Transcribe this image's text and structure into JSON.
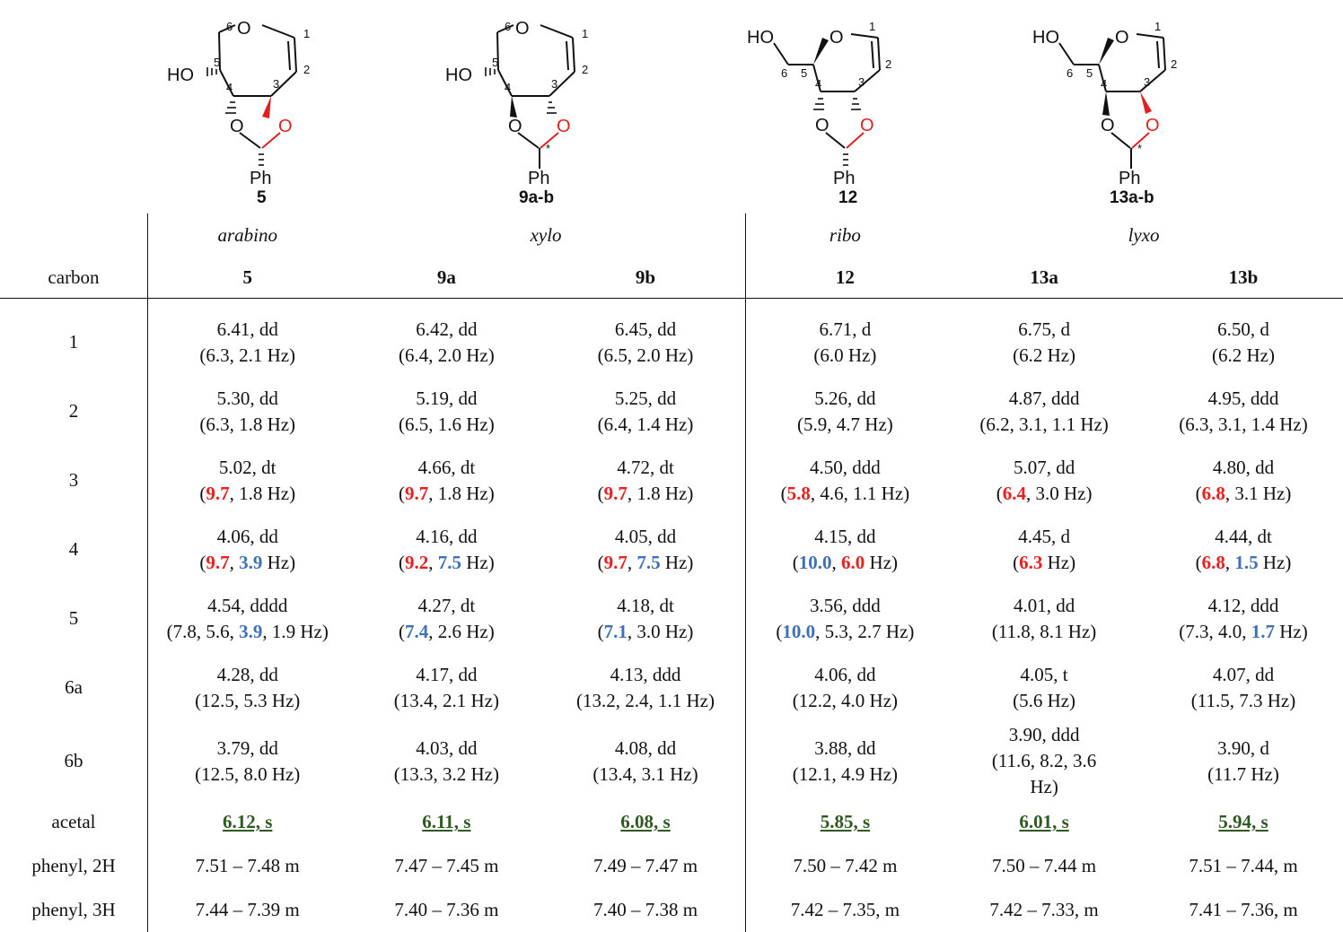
{
  "structures": [
    {
      "id": "5",
      "label": "5",
      "config": "arabino",
      "ring": "oxepine",
      "star": false,
      "atoms": {
        "o_top": "O",
        "o_left": "O",
        "o_right": "O",
        "ho": "HO",
        "ph": "Ph"
      },
      "nums": [
        "1",
        "2",
        "3",
        "4",
        "5",
        "6"
      ]
    },
    {
      "id": "9ab",
      "label": "9a-b",
      "config": "xylo",
      "ring": "oxepine",
      "star": true,
      "atoms": {
        "o_top": "O",
        "o_left": "O",
        "o_right": "O",
        "ho": "HO",
        "ph": "Ph"
      },
      "nums": [
        "1",
        "2",
        "3",
        "4",
        "5",
        "6"
      ]
    },
    {
      "id": "12",
      "label": "12",
      "config": "ribo",
      "ring": "pyran",
      "star": false,
      "atoms": {
        "o_top": "O",
        "o_left": "O",
        "o_right": "O",
        "ho": "HO",
        "ph": "Ph"
      },
      "nums": [
        "1",
        "2",
        "3",
        "4",
        "5",
        "6"
      ]
    },
    {
      "id": "13ab",
      "label": "13a-b",
      "config": "lyxo",
      "ring": "pyran",
      "star": true,
      "atoms": {
        "o_top": "O",
        "o_left": "O",
        "o_right": "O",
        "ho": "HO",
        "ph": "Ph"
      },
      "nums": [
        "1",
        "2",
        "3",
        "4",
        "5",
        "6"
      ]
    }
  ],
  "star_symbol": "*",
  "table": {
    "configs": [
      "arabino",
      "xylo",
      "ribo",
      "lyxo"
    ],
    "corner_label": "carbon",
    "compounds": [
      "5",
      "9a",
      "9b",
      "12",
      "13a",
      "13b"
    ],
    "rows": [
      {
        "carbon": "1",
        "cells": [
          [
            {
              "t": "6.41, dd"
            },
            {
              "br": true
            },
            {
              "t": "(6.3, 2.1 Hz)"
            }
          ],
          [
            {
              "t": "6.42, dd"
            },
            {
              "br": true
            },
            {
              "t": "(6.4, 2.0 Hz)"
            }
          ],
          [
            {
              "t": "6.45, dd"
            },
            {
              "br": true
            },
            {
              "t": "(6.5, 2.0 Hz)"
            }
          ],
          [
            {
              "t": "6.71, d"
            },
            {
              "br": true
            },
            {
              "t": "(6.0 Hz)"
            }
          ],
          [
            {
              "t": "6.75, d"
            },
            {
              "br": true
            },
            {
              "t": "(6.2 Hz)"
            }
          ],
          [
            {
              "t": "6.50, d"
            },
            {
              "br": true
            },
            {
              "t": "(6.2 Hz)"
            }
          ]
        ]
      },
      {
        "carbon": "2",
        "cells": [
          [
            {
              "t": "5.30, dd"
            },
            {
              "br": true
            },
            {
              "t": "(6.3, 1.8 Hz)"
            }
          ],
          [
            {
              "t": "5.19, dd"
            },
            {
              "br": true
            },
            {
              "t": "(6.5, 1.6 Hz)"
            }
          ],
          [
            {
              "t": "5.25, dd"
            },
            {
              "br": true
            },
            {
              "t": "(6.4, 1.4 Hz)"
            }
          ],
          [
            {
              "t": "5.26, dd"
            },
            {
              "br": true
            },
            {
              "t": "(5.9, 4.7 Hz)"
            }
          ],
          [
            {
              "t": "4.87, ddd"
            },
            {
              "br": true
            },
            {
              "t": "(6.2, 3.1, 1.1 Hz)"
            }
          ],
          [
            {
              "t": "4.95, ddd"
            },
            {
              "br": true
            },
            {
              "t": "(6.3, 3.1, 1.4 Hz)"
            }
          ]
        ]
      },
      {
        "carbon": "3",
        "cells": [
          [
            {
              "t": "5.02, dt"
            },
            {
              "br": true
            },
            {
              "t": "("
            },
            {
              "t": "9.7",
              "c": "red"
            },
            {
              "t": ", 1.8 Hz)"
            }
          ],
          [
            {
              "t": "4.66, dt"
            },
            {
              "br": true
            },
            {
              "t": "("
            },
            {
              "t": "9.7",
              "c": "red"
            },
            {
              "t": ", 1.8 Hz)"
            }
          ],
          [
            {
              "t": "4.72, dt"
            },
            {
              "br": true
            },
            {
              "t": "("
            },
            {
              "t": "9.7",
              "c": "red"
            },
            {
              "t": ", 1.8 Hz)"
            }
          ],
          [
            {
              "t": "4.50, ddd"
            },
            {
              "br": true
            },
            {
              "t": "("
            },
            {
              "t": "5.8",
              "c": "red"
            },
            {
              "t": ", 4.6, 1.1 Hz)"
            }
          ],
          [
            {
              "t": "5.07, dd"
            },
            {
              "br": true
            },
            {
              "t": "("
            },
            {
              "t": "6.4",
              "c": "red"
            },
            {
              "t": ", 3.0 Hz)"
            }
          ],
          [
            {
              "t": "4.80, dd"
            },
            {
              "br": true
            },
            {
              "t": "("
            },
            {
              "t": "6.8",
              "c": "red"
            },
            {
              "t": ", 3.1 Hz)"
            }
          ]
        ]
      },
      {
        "carbon": "4",
        "cells": [
          [
            {
              "t": "4.06, dd"
            },
            {
              "br": true
            },
            {
              "t": "("
            },
            {
              "t": "9.7",
              "c": "red"
            },
            {
              "t": ", "
            },
            {
              "t": "3.9",
              "c": "blue"
            },
            {
              "t": " Hz)"
            }
          ],
          [
            {
              "t": "4.16, dd"
            },
            {
              "br": true
            },
            {
              "t": "("
            },
            {
              "t": "9.2",
              "c": "red"
            },
            {
              "t": ", "
            },
            {
              "t": "7.5",
              "c": "blue"
            },
            {
              "t": " Hz)"
            }
          ],
          [
            {
              "t": "4.05, dd"
            },
            {
              "br": true
            },
            {
              "t": "("
            },
            {
              "t": "9.7",
              "c": "red"
            },
            {
              "t": ", "
            },
            {
              "t": "7.5",
              "c": "blue"
            },
            {
              "t": " Hz)"
            }
          ],
          [
            {
              "t": "4.15, dd"
            },
            {
              "br": true
            },
            {
              "t": "("
            },
            {
              "t": "10.0",
              "c": "blue"
            },
            {
              "t": ", "
            },
            {
              "t": "6.0",
              "c": "red"
            },
            {
              "t": " Hz)"
            }
          ],
          [
            {
              "t": "4.45, d"
            },
            {
              "br": true
            },
            {
              "t": "("
            },
            {
              "t": "6.3",
              "c": "red"
            },
            {
              "t": " Hz)"
            }
          ],
          [
            {
              "t": "4.44, dt"
            },
            {
              "br": true
            },
            {
              "t": "("
            },
            {
              "t": "6.8",
              "c": "red"
            },
            {
              "t": ", "
            },
            {
              "t": "1.5",
              "c": "blue"
            },
            {
              "t": " Hz)"
            }
          ]
        ]
      },
      {
        "carbon": "5",
        "cells": [
          [
            {
              "t": "4.54, dddd"
            },
            {
              "br": true
            },
            {
              "t": "(7.8, 5.6, "
            },
            {
              "t": "3.9",
              "c": "blue"
            },
            {
              "t": ", 1.9 Hz)"
            }
          ],
          [
            {
              "t": "4.27, dt"
            },
            {
              "br": true
            },
            {
              "t": "("
            },
            {
              "t": "7.4",
              "c": "blue"
            },
            {
              "t": ", 2.6 Hz)"
            }
          ],
          [
            {
              "t": "4.18, dt"
            },
            {
              "br": true
            },
            {
              "t": "("
            },
            {
              "t": "7.1",
              "c": "blue"
            },
            {
              "t": ", 3.0 Hz)"
            }
          ],
          [
            {
              "t": "3.56, ddd"
            },
            {
              "br": true
            },
            {
              "t": "("
            },
            {
              "t": "10.0",
              "c": "blue"
            },
            {
              "t": ", 5.3, 2.7 Hz)"
            }
          ],
          [
            {
              "t": "4.01, dd"
            },
            {
              "br": true
            },
            {
              "t": "(11.8, 8.1 Hz)"
            }
          ],
          [
            {
              "t": "4.12, ddd"
            },
            {
              "br": true
            },
            {
              "t": "(7.3, 4.0, "
            },
            {
              "t": "1.7",
              "c": "blue"
            },
            {
              "t": " Hz)"
            }
          ]
        ]
      },
      {
        "carbon": "6a",
        "cells": [
          [
            {
              "t": "4.28, dd"
            },
            {
              "br": true
            },
            {
              "t": "(12.5, 5.3 Hz)"
            }
          ],
          [
            {
              "t": "4.17, dd"
            },
            {
              "br": true
            },
            {
              "t": "(13.4, 2.1 Hz)"
            }
          ],
          [
            {
              "t": "4.13, ddd"
            },
            {
              "br": true
            },
            {
              "t": "(13.2, 2.4, 1.1 Hz)"
            }
          ],
          [
            {
              "t": "4.06, dd"
            },
            {
              "br": true
            },
            {
              "t": "(12.2, 4.0 Hz)"
            }
          ],
          [
            {
              "t": "4.05, t"
            },
            {
              "br": true
            },
            {
              "t": "(5.6 Hz)"
            }
          ],
          [
            {
              "t": "4.07, dd"
            },
            {
              "br": true
            },
            {
              "t": "(11.5, 7.3 Hz)"
            }
          ]
        ]
      },
      {
        "carbon": "6b",
        "cells": [
          [
            {
              "t": "3.79, dd"
            },
            {
              "br": true
            },
            {
              "t": "(12.5, 8.0 Hz)"
            }
          ],
          [
            {
              "t": "4.03, dd"
            },
            {
              "br": true
            },
            {
              "t": "(13.3, 3.2 Hz)"
            }
          ],
          [
            {
              "t": "4.08, dd"
            },
            {
              "br": true
            },
            {
              "t": "(13.4, 3.1 Hz)"
            }
          ],
          [
            {
              "t": "3.88, dd"
            },
            {
              "br": true
            },
            {
              "t": "(12.1, 4.9 Hz)"
            }
          ],
          [
            {
              "t": "3.90, ddd"
            },
            {
              "br": true
            },
            {
              "t": "(11.6, 8.2, 3.6"
            },
            {
              "br": true
            },
            {
              "t": "Hz)"
            }
          ],
          [
            {
              "t": "3.90, d"
            },
            {
              "br": true
            },
            {
              "t": "(11.7 Hz)"
            }
          ]
        ]
      },
      {
        "carbon": "acetal",
        "short": true,
        "cells": [
          [
            {
              "t": "6.12, s",
              "c": "acetal"
            }
          ],
          [
            {
              "t": "6.11, s",
              "c": "acetal"
            }
          ],
          [
            {
              "t": "6.08, s",
              "c": "acetal"
            }
          ],
          [
            {
              "t": "5.85, s",
              "c": "acetal"
            }
          ],
          [
            {
              "t": "6.01, s",
              "c": "acetal"
            }
          ],
          [
            {
              "t": "5.94, s",
              "c": "acetal"
            }
          ]
        ]
      },
      {
        "carbon": "phenyl, 2H",
        "short": true,
        "cells": [
          [
            {
              "t": "7.51 – 7.48 m"
            }
          ],
          [
            {
              "t": "7.47 – 7.45 m"
            }
          ],
          [
            {
              "t": "7.49 – 7.47 m"
            }
          ],
          [
            {
              "t": "7.50 – 7.42 m"
            }
          ],
          [
            {
              "t": "7.50 – 7.44 m"
            }
          ],
          [
            {
              "t": "7.51 – 7.44, m"
            }
          ]
        ]
      },
      {
        "carbon": "phenyl, 3H",
        "short": true,
        "cells": [
          [
            {
              "t": "7.44 – 7.39 m"
            }
          ],
          [
            {
              "t": "7.40 – 7.36 m"
            }
          ],
          [
            {
              "t": "7.40 – 7.38 m"
            }
          ],
          [
            {
              "t": "7.42 – 7.35, m"
            }
          ],
          [
            {
              "t": "7.42 – 7.33, m"
            }
          ],
          [
            {
              "t": "7.41 – 7.36, m"
            }
          ]
        ]
      }
    ]
  },
  "colors": {
    "red": "#e8201e",
    "blue": "#3f70b8",
    "acetal": "#2f5a22",
    "red_bond": "#e02020"
  }
}
